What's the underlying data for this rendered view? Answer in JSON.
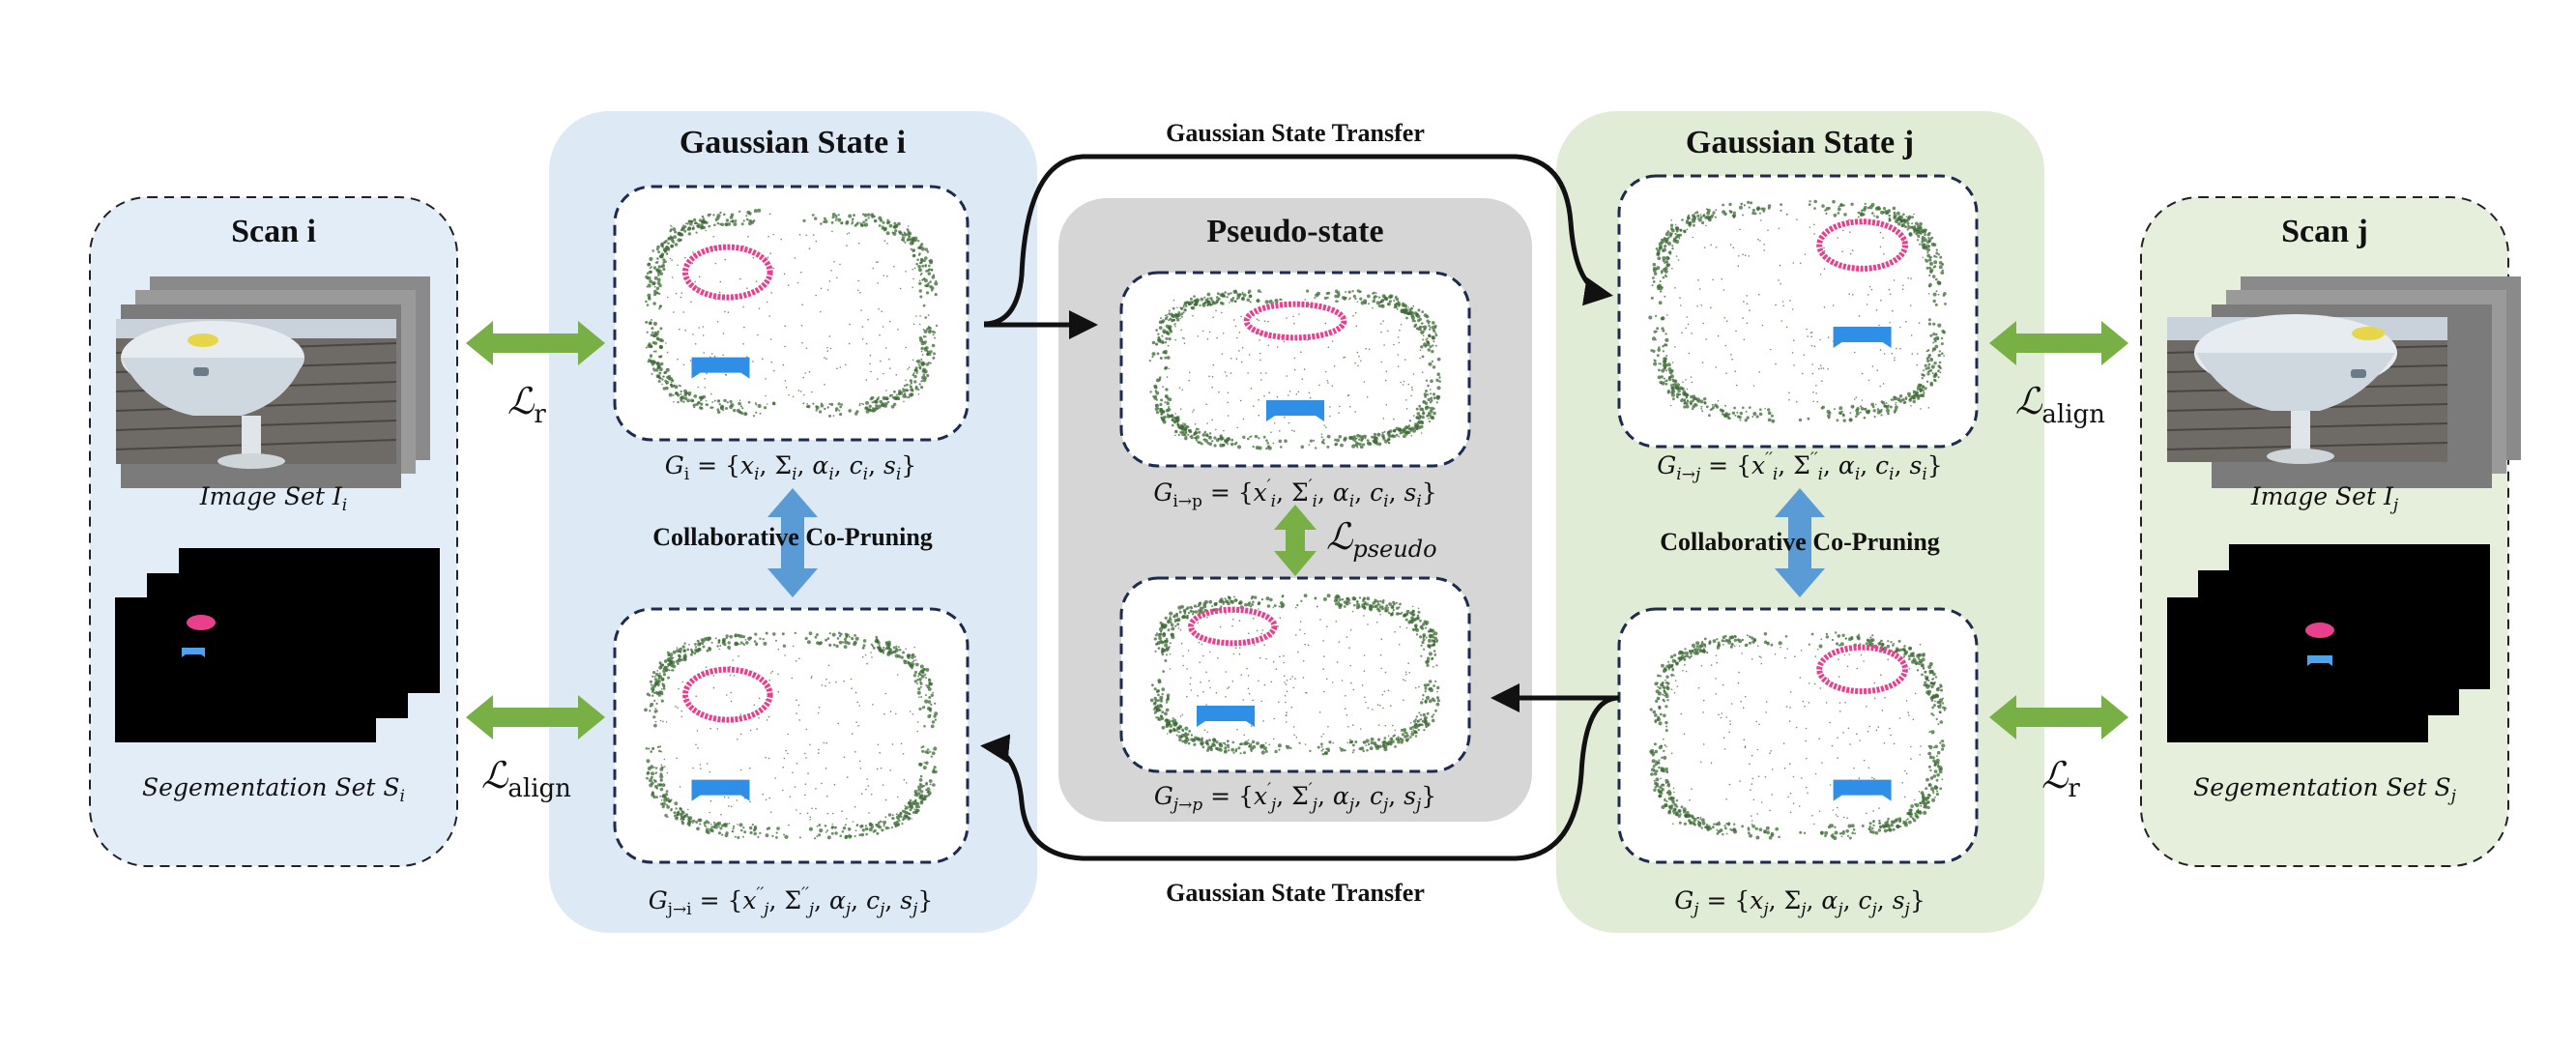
{
  "colors": {
    "state_i_panel": "#dde9f5",
    "state_j_panel": "#e1ecd6",
    "pseudo_panel": "#d6d6d6",
    "scan_i_panel": "#e2edf7",
    "scan_j_panel": "#e6efdc",
    "frame_border": "#1d2b4d",
    "green_arrow": "#79b045",
    "blue_arrow": "#5b9bd5",
    "point_cloud": "#3d6b35",
    "pink_ring": "#e8408c",
    "blue_object": "#2f8fe6"
  },
  "panels": {
    "scan_i": {
      "title": "Scan i"
    },
    "scan_j": {
      "title": "Scan j"
    },
    "state_i": {
      "title": "Gaussian State i"
    },
    "state_j": {
      "title": "Gaussian State j"
    },
    "pseudo": {
      "title": "Pseudo-state"
    }
  },
  "labels": {
    "transfer_top": "Gaussian State Transfer",
    "transfer_bottom": "Gaussian State Transfer",
    "coprune_left": "Collaborative Co-Pruning",
    "coprune_right": "Collaborative Co-Pruning"
  },
  "formulas": {
    "G_i": "G_i = {x_i, Σ_i, α_i, c_i, s_i}",
    "G_j_to_i": "G_j→i = {x_j'', Σ_j'', α_j, c_j, s_j}",
    "G_i_to_p": "G_i→p = {x_i', Σ_i', α_i, c_i, s_i}",
    "G_j_to_p": "G_j→p = {x_j', Σ_j', α_j, c_j, s_j}",
    "G_i_to_j": "G_i→j = {x_i'', Σ_i'', α_i, c_i, s_i}",
    "G_j": "G_j = {x_j, Σ_j, α_j, c_j, s_j}"
  },
  "losses": {
    "scan_i_top": {
      "symbol": "ℒ",
      "sub": "r"
    },
    "scan_i_bottom": {
      "symbol": "ℒ",
      "sub": "align"
    },
    "scan_j_top": {
      "symbol": "ℒ",
      "sub": "align"
    },
    "scan_j_bottom": {
      "symbol": "ℒ",
      "sub": "r"
    },
    "pseudo": {
      "symbol": "ℒ",
      "sub": "pseudo"
    }
  },
  "sets": {
    "image_i": "Image Set I_i",
    "seg_i": "Segementation Set S_i",
    "image_j": "Image Set I_j",
    "seg_j": "Segementation Set S_j"
  }
}
